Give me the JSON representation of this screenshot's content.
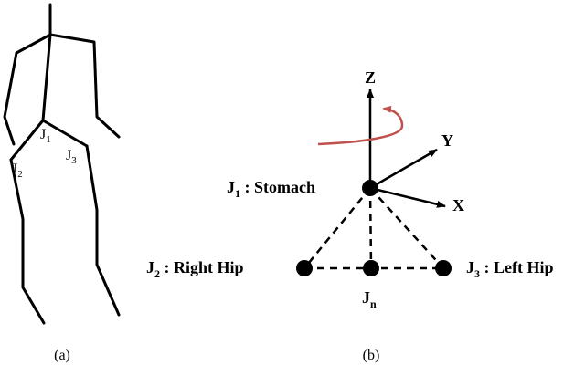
{
  "panel_a": {
    "caption": "(a)",
    "joints": [
      {
        "main": "J",
        "sub": "1"
      },
      {
        "main": "J",
        "sub": "2"
      },
      {
        "main": "J",
        "sub": "3"
      }
    ]
  },
  "panel_b": {
    "caption": "(b)",
    "axes": {
      "z": "Z",
      "y": "Y",
      "x": "X"
    },
    "nodes": {
      "j1": {
        "main": "J",
        "sub": "1",
        "name": " : Stomach"
      },
      "j2": {
        "main": "J",
        "sub": "2",
        "name": " : Right Hip"
      },
      "j3": {
        "main": "J",
        "sub": "3",
        "name": " : Left Hip"
      },
      "jn": {
        "main": "J",
        "sub": "n"
      }
    },
    "colors": {
      "rotation_arrow": "#c0504d",
      "ink": "#000000"
    }
  }
}
